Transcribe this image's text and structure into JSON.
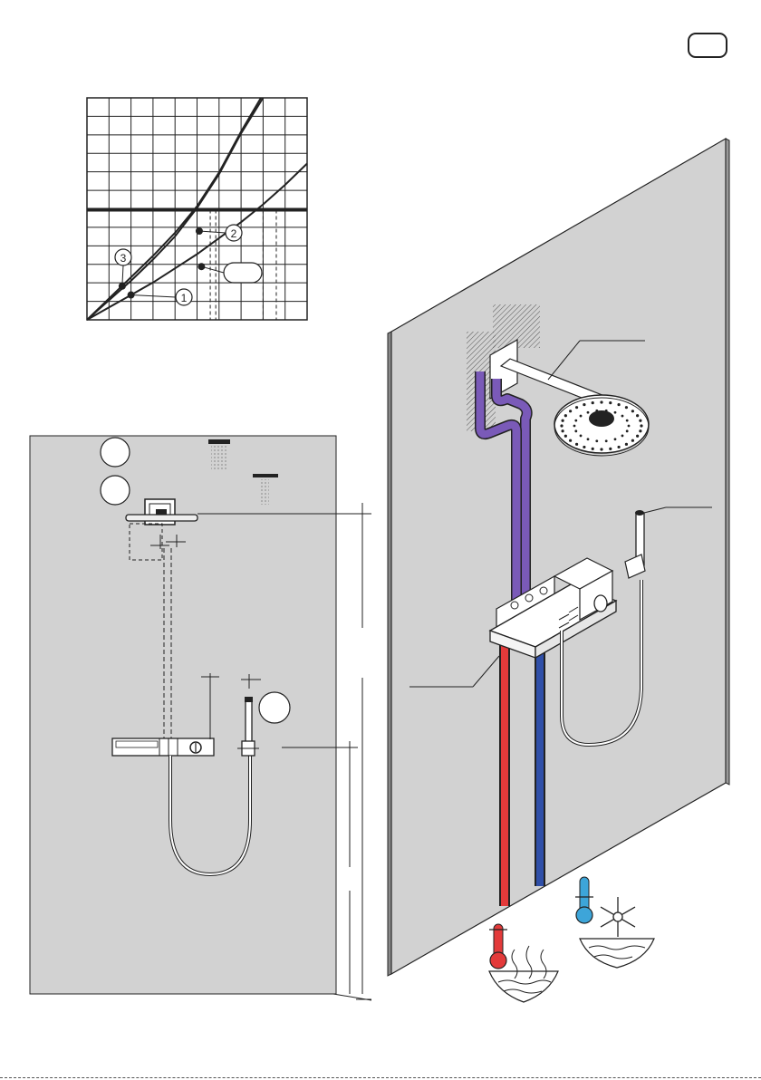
{
  "page": {
    "language_badge": ""
  },
  "chart_data": {
    "type": "line",
    "title": "",
    "xlabel": "",
    "ylabel": "",
    "grid": true,
    "xlim": [
      0,
      10
    ],
    "ylim": [
      0,
      12.5
    ],
    "reference_line_y": 6.2,
    "series": [
      {
        "label": "1",
        "x": [
          0,
          1,
          2,
          3,
          4,
          5,
          6,
          7,
          8,
          9,
          10
        ],
        "y": [
          0,
          0.7,
          1.4,
          2.1,
          2.9,
          3.7,
          4.6,
          5.5,
          6.5,
          7.6,
          8.8
        ]
      },
      {
        "label": "2",
        "x": [
          0,
          1,
          2,
          3,
          4,
          5,
          6,
          7,
          8
        ],
        "y": [
          0,
          1.1,
          2.2,
          3.4,
          4.7,
          6.3,
          8.2,
          10.5,
          12.5
        ]
      },
      {
        "label": "3",
        "x": [
          0,
          1,
          2,
          3,
          4,
          5,
          6,
          7,
          7.9
        ],
        "y": [
          0,
          1.2,
          2.4,
          3.6,
          4.9,
          6.4,
          8.3,
          10.6,
          12.5
        ]
      }
    ],
    "markers": [
      {
        "series": "3",
        "x": 1.6,
        "y": 1.9,
        "callout": "3"
      },
      {
        "series": "1",
        "x": 2.0,
        "y": 1.4,
        "callout": "1"
      },
      {
        "series": "2",
        "x": 5.1,
        "y": 5.0,
        "callout": "2"
      },
      {
        "series": "1",
        "x": 5.2,
        "y": 3.0,
        "callout": ""
      }
    ],
    "dashed_drops_x": [
      5.6,
      5.85,
      8.0,
      8.6
    ]
  },
  "callouts": {
    "chart_1": "1",
    "chart_2": "2",
    "chart_3": "3",
    "chart_blank": ""
  }
}
